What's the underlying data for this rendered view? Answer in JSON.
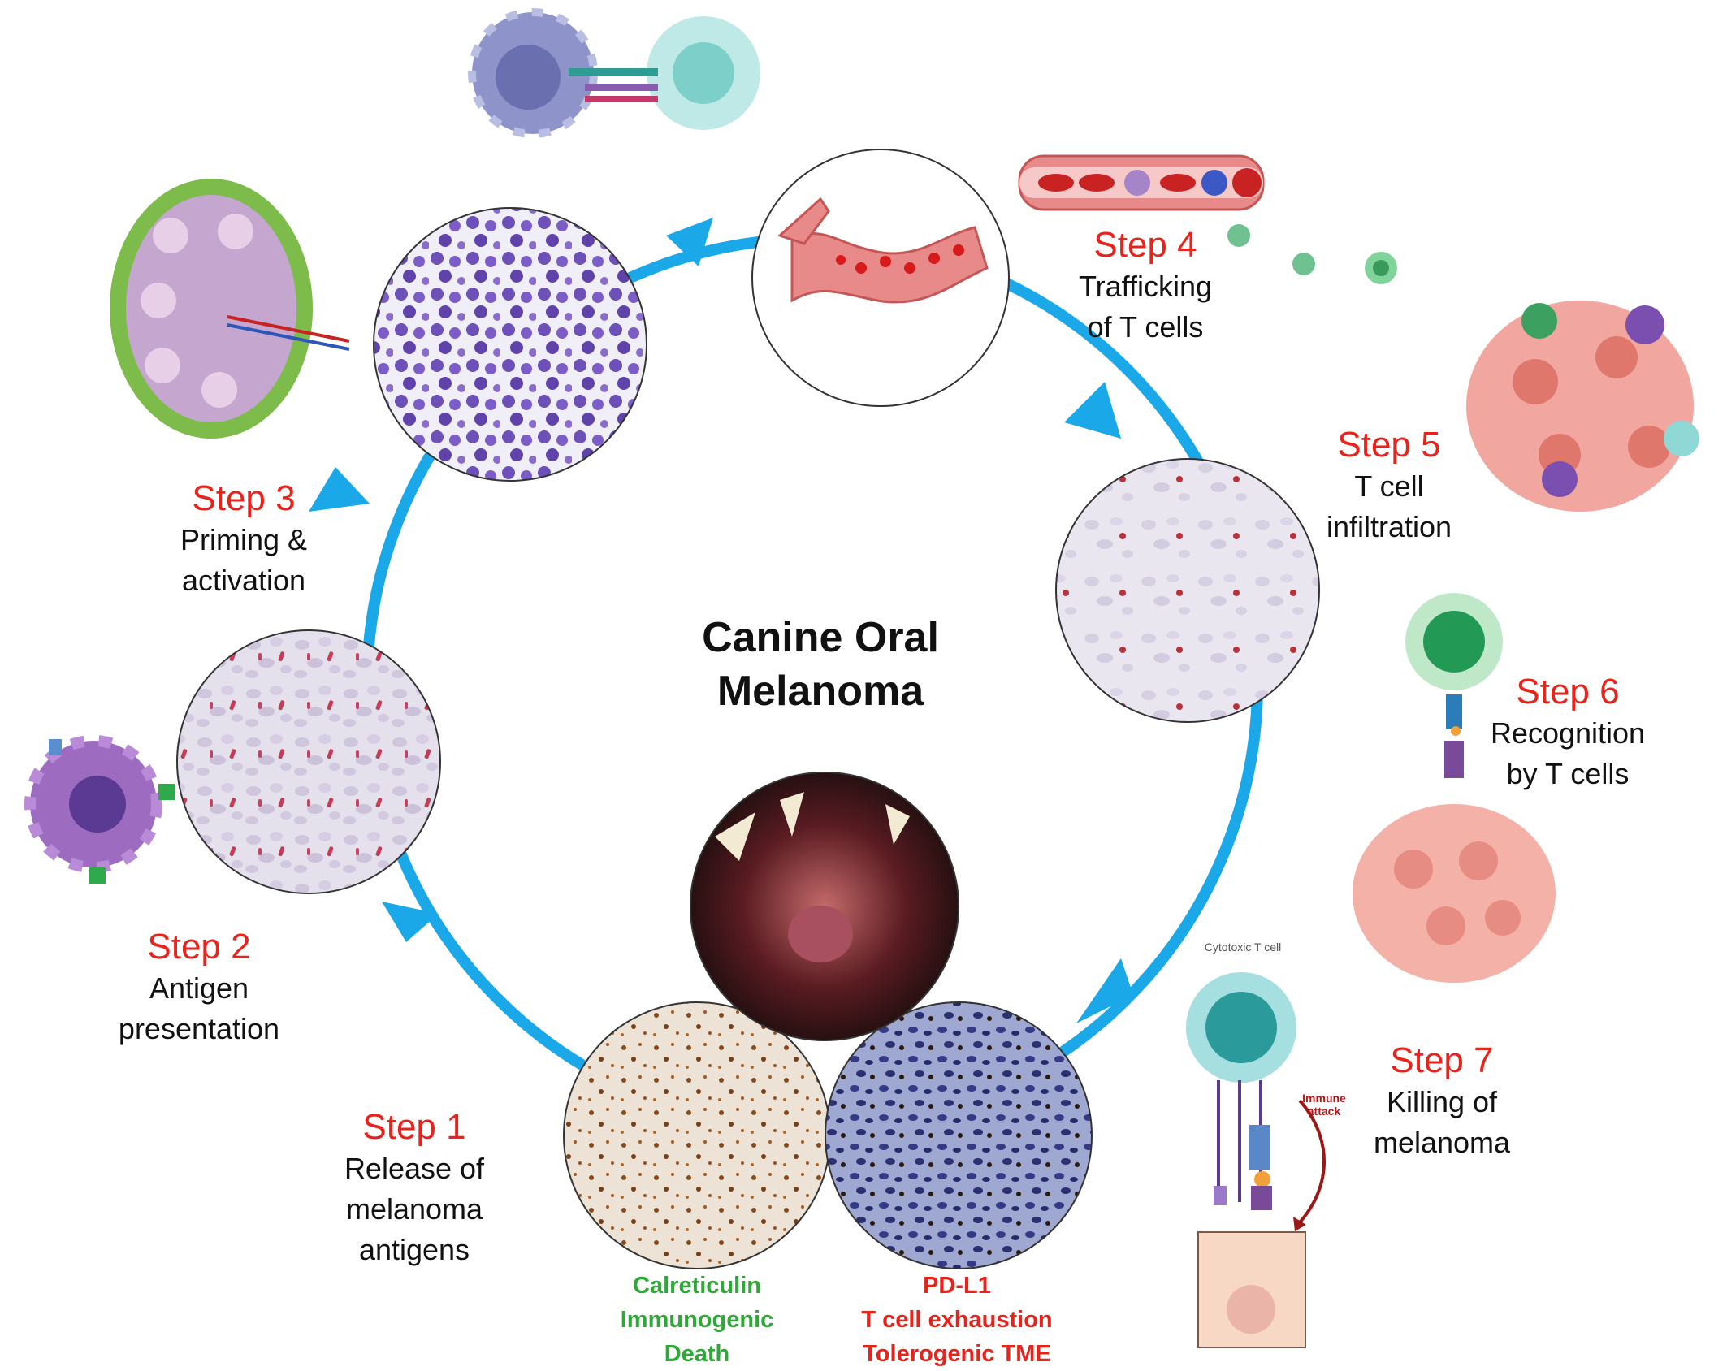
{
  "title": {
    "line1": "Canine Oral",
    "line2": "Melanoma"
  },
  "steps": [
    {
      "label": "Step 1",
      "lines": [
        "Release of",
        "melanoma",
        "antigens"
      ]
    },
    {
      "label": "Step 2",
      "lines": [
        "Antigen",
        "presentation"
      ]
    },
    {
      "label": "Step 3",
      "lines": [
        "Priming &",
        "activation"
      ]
    },
    {
      "label": "Step 4",
      "lines": [
        "Trafficking",
        "of T cells"
      ]
    },
    {
      "label": "Step 5",
      "lines": [
        "T cell",
        "infiltration"
      ]
    },
    {
      "label": "Step 6",
      "lines": [
        "Recognition",
        "by T cells"
      ]
    },
    {
      "label": "Step 7",
      "lines": [
        "Killing of",
        "melanoma"
      ]
    }
  ],
  "captions": {
    "calreticulin": [
      "Calreticulin",
      "Immunogenic",
      "Death"
    ],
    "pdl1": [
      "PD-L1",
      "T cell exhaustion",
      "Tolerogenic TME"
    ]
  },
  "cytotoxic_label": "Cytotoxic T cell",
  "immune_attack": [
    "Immune",
    "attack"
  ],
  "colors": {
    "step_red": "#e8231c",
    "cycle_arrow": "#1ba8e8",
    "calreticulin_green": "#2ea836",
    "pdl1_red": "#e8231c"
  }
}
